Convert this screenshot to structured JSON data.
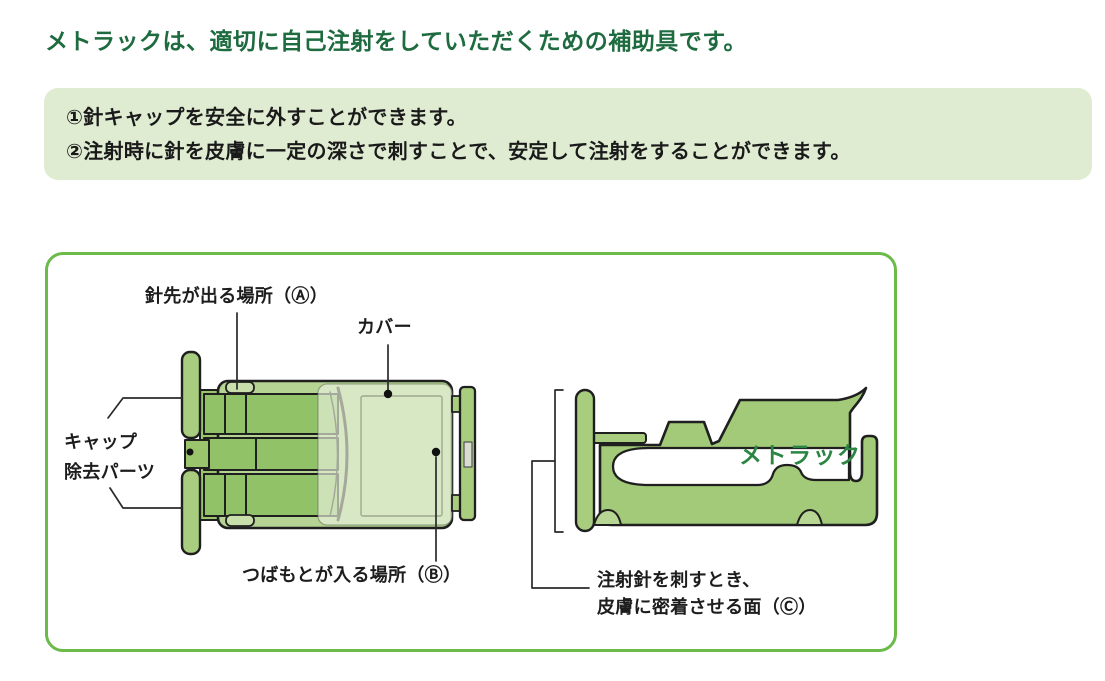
{
  "page": {
    "heading": "メトラックは、適切に自己注射をしていただくための補助具です。"
  },
  "intro_box": {
    "line1": "①針キャップを安全に外すことができます。",
    "line2": "②注射時に針を皮膚に一定の深さで刺すことで、安定して注射をすることができます。"
  },
  "diagram": {
    "labels": {
      "needle_exit": "針先が出る場所（Ⓐ）",
      "cover": "カバー",
      "cap_removal_line1": "キャップ",
      "cap_removal_line2": "除去パーツ",
      "flange_slot": "つばもとが入る場所（Ⓑ）",
      "skin_contact_line1": "注射針を刺すとき、",
      "skin_contact_line2": "皮膚に密着させる面（Ⓒ）"
    },
    "device_brand": "メトラック"
  },
  "colors": {
    "heading_green": "#1e6b40",
    "intro_box_bg": "#dfecd2",
    "diagram_border_green": "#6cbb4a",
    "device_green": "#a2ca78",
    "device_green_light": "#a8cd7e",
    "device_green_dark": "#92c268",
    "device_body_base": "#b5d493",
    "cover_tint": "#e5f0d8",
    "brand_text_green": "#2d8544",
    "outline_dark": "#1f1f1f",
    "label_text": "#1d1d1d"
  }
}
